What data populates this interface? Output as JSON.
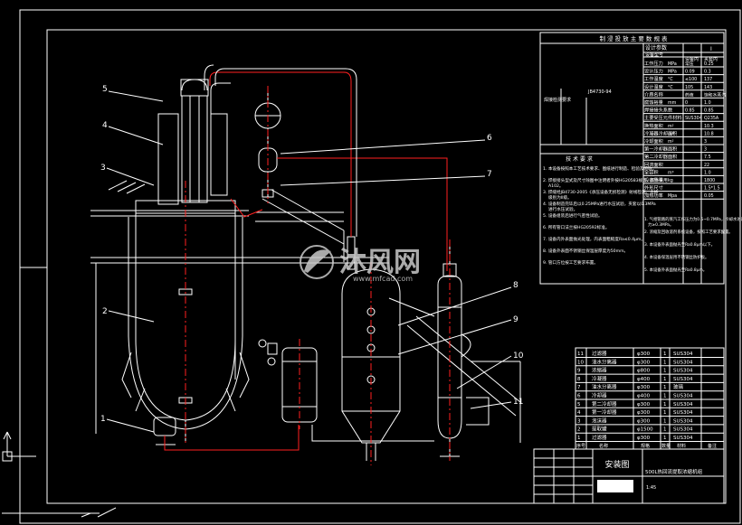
{
  "colors": {
    "background": "#000000",
    "line": "#ffffff",
    "pipe_red": "#ff2020",
    "watermark": "#c8c8c8"
  },
  "callouts": [
    "5",
    "4",
    "3",
    "2",
    "1",
    "6",
    "7",
    "8",
    "9",
    "10",
    "11"
  ],
  "spec_table": {
    "title": "制 浸 投 放 主 要 数 规 表",
    "header_left": "设计参数",
    "header_mid": "设备型号",
    "header_right": "I",
    "sub_left": "设备内",
    "sub_right": "夹套内",
    "rows": [
      {
        "name": "工作压力",
        "unit": "MPa",
        "a": "常压",
        "b": "0.25"
      },
      {
        "name": "设计压力",
        "unit": "MPa",
        "a": "0.09",
        "b": "0.3"
      },
      {
        "name": "工作温度",
        "unit": "°C",
        "a": "≤100",
        "b": "137"
      },
      {
        "name": "设计温度",
        "unit": "°C",
        "a": "105",
        "b": "143"
      },
      {
        "name": "介质名称",
        "unit": "",
        "a": "药液",
        "b": "饱和水蒸汽"
      },
      {
        "name": "腐蚀裕量",
        "unit": "mm",
        "a": "0",
        "b": "1.0"
      },
      {
        "name": "焊接接头系数",
        "unit": "",
        "a": "0.85",
        "b": "0.85"
      },
      {
        "name": "主要受压元件材料",
        "unit": "",
        "a": "SUS304",
        "b": "Q235A"
      },
      {
        "name": "换热面积",
        "unit": "m²",
        "a": "",
        "b": "10.3"
      },
      {
        "name": "冷凝器冷却面积",
        "unit": "m²",
        "a": "",
        "b": "10.8"
      },
      {
        "name": "冷却面积",
        "unit": "m²",
        "a": "",
        "b": "3"
      },
      {
        "name": "第一冷却器面积",
        "unit": "",
        "a": "",
        "b": "3"
      },
      {
        "name": "第二冷却器面积",
        "unit": "",
        "a": "",
        "b": "7.5"
      },
      {
        "name": "回流面积",
        "unit": "",
        "a": "",
        "b": "22"
      },
      {
        "name": "全容积",
        "unit": "m³",
        "a": "",
        "b": "1.0"
      },
      {
        "name": "设备重量",
        "unit": "kg",
        "a": "",
        "b": "1800"
      },
      {
        "name": "外形尺寸",
        "unit": "",
        "a": "",
        "b": "1.5*1.5"
      },
      {
        "name": "加热功率",
        "unit": "Mpa",
        "a": "",
        "b": "0.05"
      }
    ],
    "left_heading": "焊接检测要求",
    "left_code": "JB4730-94",
    "tech_title": "技 术 要 求",
    "tech_notes": [
      "1. 本设备按照本工艺技术要求、图纸进行制造、检验及验收。",
      "2. 焊接接头型式及尺寸除图中注明者外按HG20583规定，焊条采用A102。",
      "3. 焊缝经JB4730-2005《承压设备无损检测》射线检测，合格级别为II级。",
      "4. 设备制造完毕后以0.25MPa进行水压试验，夹套以0.3MPa进行水压试验。",
      "5. 设备组装后进行气密性试验。",
      "6. 所有管口法兰按HG20592标准。",
      "7. 设备内外表面抛光处理，内表面粗糙度Ra≤0.4μm。",
      "8. 设备外表面不锈钢丝保温层厚度为50mm。",
      "9. 管口方位按工艺要求布置。"
    ],
    "right_notes": [
      "1. 气相管路的蒸汽工作压力为0.5~0.7MPa，冷却水进口压力≥0.3MPa。",
      "2. 浓缩及回收溶剂系统设备，按照工艺要求配置。",
      "3. 本设备外表面抛光至Ra0.8μm以下。",
      "4. 本设备保温层用不锈钢丝防护板。",
      "5. 本设备外表面抛光至Ra0.8μm。"
    ]
  },
  "parts": [
    {
      "no": "11",
      "name": "过滤器",
      "spec": "φ300",
      "qty": "1",
      "mat": "SUS304"
    },
    {
      "no": "10",
      "name": "油水分离器",
      "spec": "φ300",
      "qty": "1",
      "mat": "SUS304"
    },
    {
      "no": "9",
      "name": "浓缩器",
      "spec": "φ800",
      "qty": "1",
      "mat": "SUS304"
    },
    {
      "no": "8",
      "name": "冷凝器",
      "spec": "φ400",
      "qty": "1",
      "mat": "SUS304"
    },
    {
      "no": "7",
      "name": "油水分离器",
      "spec": "φ300",
      "qty": "1",
      "mat": "玻璃"
    },
    {
      "no": "6",
      "name": "冷却器",
      "spec": "φ400",
      "qty": "1",
      "mat": "SUS304"
    },
    {
      "no": "5",
      "name": "第二冷却器",
      "spec": "φ300",
      "qty": "1",
      "mat": "SUS304"
    },
    {
      "no": "4",
      "name": "第一冷却器",
      "spec": "φ300",
      "qty": "1",
      "mat": "SUS304"
    },
    {
      "no": "3",
      "name": "泡沫器",
      "spec": "φ300",
      "qty": "1",
      "mat": "SUS304"
    },
    {
      "no": "2",
      "name": "提取罐",
      "spec": "φ1500",
      "qty": "1",
      "mat": "SUS304"
    },
    {
      "no": "1",
      "name": "过滤器",
      "spec": "φ300",
      "qty": "1",
      "mat": "SUS304"
    }
  ],
  "parts_header": {
    "no": "序号",
    "name": "名称",
    "spec": "规格",
    "qty": "数量",
    "mat": "材料",
    "note": "备注"
  },
  "title_block": {
    "drawing_title": "安装图",
    "project": "500L热回流提取浓缩机组",
    "scale": "1:45"
  },
  "watermark": {
    "brand": "沐风网",
    "url": "www.mfcad.com"
  }
}
